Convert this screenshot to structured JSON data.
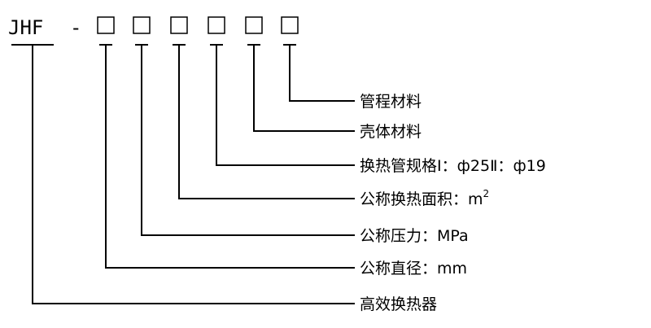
{
  "code": {
    "prefix": "JHF",
    "dash": "-"
  },
  "labels": [
    {
      "parts": [
        {
          "t": "管程材料"
        }
      ]
    },
    {
      "parts": [
        {
          "t": "壳体材料"
        }
      ]
    },
    {
      "parts": [
        {
          "t": "换热管规格"
        },
        {
          "t": "Ⅰ"
        },
        {
          "t": "："
        },
        {
          "t": "ф25"
        },
        {
          "t": "Ⅱ"
        },
        {
          "t": "："
        },
        {
          "t": "ф19"
        }
      ]
    },
    {
      "parts": [
        {
          "t": "公称换热面积：m"
        },
        {
          "t": "2",
          "sup": true
        }
      ]
    },
    {
      "parts": [
        {
          "t": "公称压力：MPa"
        }
      ]
    },
    {
      "parts": [
        {
          "t": "公称直径：mm"
        }
      ]
    },
    {
      "parts": [
        {
          "t": "高效换热器"
        }
      ]
    }
  ]
}
